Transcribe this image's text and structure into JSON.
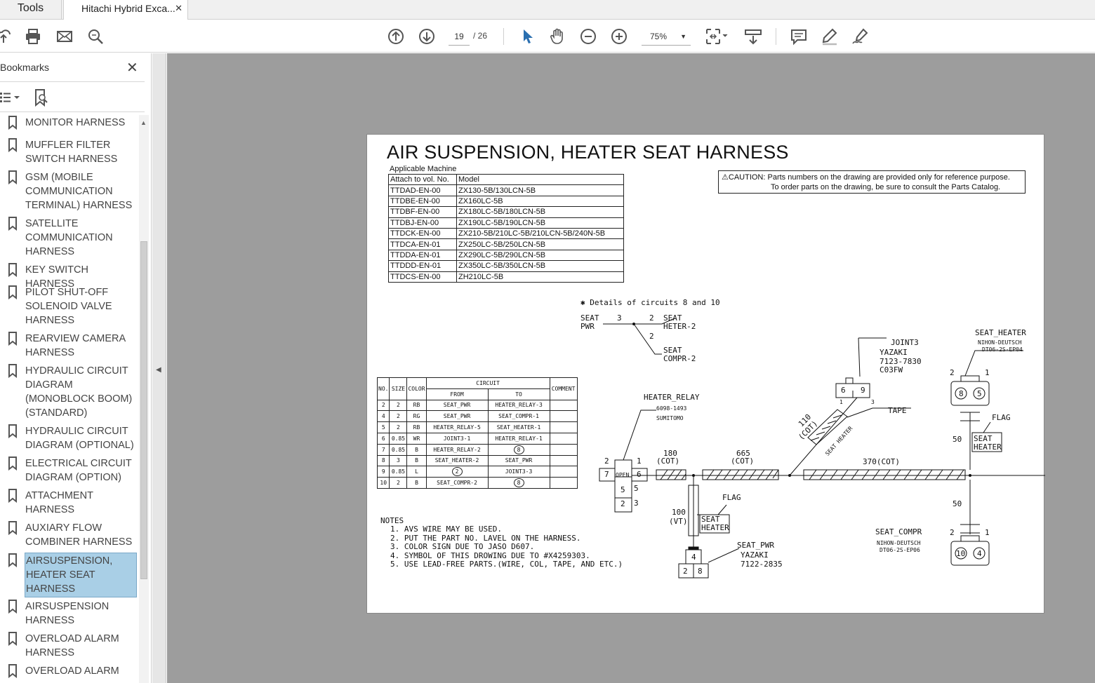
{
  "tabs": {
    "tools": "Tools",
    "document": "Hitachi Hybrid Exca...",
    "close": "✕"
  },
  "toolbar": {
    "page_current": "19",
    "page_total": "/ 26",
    "zoom": "75%",
    "icons": [
      "upload-icon",
      "print-icon",
      "mail-icon",
      "search-icon",
      "page-up-icon",
      "page-down-icon",
      "select-arrow-icon",
      "hand-icon",
      "zoom-out-icon",
      "zoom-in-icon",
      "fit-page-icon",
      "scroll-mode-icon",
      "comment-icon",
      "highlight-icon",
      "sign-icon"
    ]
  },
  "sidebar": {
    "title": "Bookmarks",
    "close": "✕",
    "items": [
      {
        "label": "MONITOR HARNESS"
      },
      {
        "label": "MUFFLER FILTER SWITCH HARNESS"
      },
      {
        "label": "GSM (MOBILE COMMUNICATION TERMINAL) HARNESS"
      },
      {
        "label": "SATELLITE COMMUNICATION HARNESS"
      },
      {
        "label": "KEY SWITCH HARNESS"
      },
      {
        "label": "PILOT SHUT-OFF SOLENOID VALVE HARNESS"
      },
      {
        "label": "REARVIEW CAMERA HARNESS"
      },
      {
        "label": "HYDRAULIC CIRCUIT DIAGRAM (MONOBLOCK BOOM) (STANDARD)"
      },
      {
        "label": "HYDRAULIC CIRCUIT DIAGRAM (OPTIONAL)"
      },
      {
        "label": "ELECTRICAL CIRCUIT DIAGRAM (OPTION)"
      },
      {
        "label": "ATTACHMENT HARNESS"
      },
      {
        "label": "AUXIARY FLOW COMBINER HARNESS"
      },
      {
        "label": "AIRSUSPENSION, HEATER SEAT HARNESS",
        "selected": true
      },
      {
        "label": "AIRSUSPENSION HARNESS"
      },
      {
        "label": "OVERLOAD ALARM HARNESS"
      },
      {
        "label": "OVERLOAD ALARM"
      }
    ]
  },
  "document": {
    "title": "AIR SUSPENSION, HEATER SEAT HARNESS",
    "applicable": "Applicable Machine",
    "model_table": {
      "headers": [
        "Attach to vol. No.",
        "Model"
      ],
      "rows": [
        [
          "TTDAD-EN-00",
          "ZX130-5B/130LCN-5B"
        ],
        [
          "TTDBE-EN-00",
          "ZX160LC-5B"
        ],
        [
          "TTDBF-EN-00",
          "ZX180LC-5B/180LCN-5B"
        ],
        [
          "TTDBJ-EN-00",
          "ZX190LC-5B/190LCN-5B"
        ],
        [
          "TTDCK-EN-00",
          "ZX210-5B/210LC-5B/210LCN-5B/240N-5B"
        ],
        [
          "TTDCA-EN-01",
          "ZX250LC-5B/250LCN-5B"
        ],
        [
          "TTDDA-EN-01",
          "ZX290LC-5B/290LCN-5B"
        ],
        [
          "TTDDD-EN-01",
          "ZX350LC-5B/350LCN-5B"
        ],
        [
          "TTDCS-EN-00",
          "ZH210LC-5B"
        ]
      ]
    },
    "caution": {
      "line1": "CAUTION: Parts numbers on the drawing are provided only for reference purpose.",
      "line2": "To order parts on the drawing, be sure to consult the Parts Catalog."
    },
    "details_note": "✱ Details of circuits 8 and 10",
    "circuit_table": {
      "header_circuit": "CIRCUIT",
      "headers": [
        "NO.",
        "SIZE",
        "COLOR",
        "FROM",
        "TO",
        "COMMENT"
      ],
      "rows": [
        {
          "no": "2",
          "size": "2",
          "color": "RB",
          "from": "SEAT_PWR",
          "to": "HEATER_RELAY-3"
        },
        {
          "no": "4",
          "size": "2",
          "color": "RG",
          "from": "SEAT_PWR",
          "to": "SEAT_COMPR-1"
        },
        {
          "no": "5",
          "size": "2",
          "color": "RB",
          "from": "HEATER_RELAY-5",
          "to": "SEAT_HEATER-1"
        },
        {
          "no": "6",
          "size": "0.85",
          "color": "WR",
          "from": "JOINT3-1",
          "to": "HEATER_RELAY-1"
        },
        {
          "no": "7",
          "size": "0.85",
          "color": "B",
          "from": "HEATER_RELAY-2",
          "to": "8",
          "to_circled": true
        },
        {
          "no": "8",
          "size": "3",
          "color": "B",
          "from": "SEAT_HEATER-2",
          "to": "SEAT_PWR"
        },
        {
          "no": "9",
          "size": "0.85",
          "color": "L",
          "from": "2",
          "from_circled": true,
          "to": "JOINT3-3"
        },
        {
          "no": "10",
          "size": "2",
          "color": "B",
          "from": "SEAT_COMPR-2",
          "to": "8",
          "to_circled": true
        }
      ]
    },
    "notes": {
      "title": "NOTES",
      "items": [
        "1. AVS WIRE MAY BE USED.",
        "2. PUT THE PART NO. LAVEL ON THE HARNESS.",
        "3. COLOR SIGN DUE TO JASO D607.",
        "4. SYMBOL OF THIS DROWING DUE TO #X4259303.",
        "5. USE LEAD-FREE PARTS.(WIRE, COL, TAPE, AND ETC.)"
      ]
    },
    "diagram": {
      "seat_pwr_a": "SEAT",
      "seat_pwr_b": "PWR",
      "n3": "3",
      "n2a": "2",
      "n2b": "2",
      "seat_heter_a": "SEAT",
      "seat_heter_b": "HETER-2",
      "seat_compr2_a": "SEAT",
      "seat_compr2_b": "COMPR-2",
      "joint3": "JOINT3",
      "joint3_mfr": "YAZAKI",
      "joint3_pn": "7123-7830",
      "joint3_code": "C03FW",
      "joint3_pin6": "6",
      "joint3_pin9": "9",
      "joint3_pin1": "1",
      "joint3_pin3": "3",
      "tape": "TAPE",
      "seat_heater": "SEAT_HEATER",
      "seat_heater_mfr": "NIHON-DEUTSCH",
      "seat_heater_pn": "DT06-2S-EP04",
      "sh_pin2": "2",
      "sh_pin1": "1",
      "sh_c8": "8",
      "sh_c5": "5",
      "flag1": "FLAG",
      "flag1_seat": "SEAT",
      "flag1_heater": "HEATER",
      "len50a": "50",
      "heater_relay": "HEATER_RELAY",
      "heater_relay_pn": "6098-1493",
      "heater_relay_mfr": "SUMITOMO",
      "hr_pin2": "2",
      "hr_pin1": "1",
      "hr_7": "7",
      "hr_open": "OPEN",
      "hr_6": "6",
      "hr_5a": "5",
      "hr_5b": "5",
      "hr_2": "2",
      "hr_3": "3",
      "len180": "180",
      "cot1": "(COT)",
      "len665": "665",
      "cot2": "(COT)",
      "len370": "370(COT)",
      "len110": "110",
      "cot3": "(COT)",
      "seat_heater_rot": "SEAT HEATER",
      "len100": "100",
      "vt": "(VT)",
      "flag2": "FLAG",
      "flag2_seat": "SEAT",
      "flag2_heater": "HEATER",
      "seat_pwr": "SEAT_PWR",
      "seat_pwr_mfr": "YAZAKI",
      "seat_pwr_pn": "7122-2835",
      "sp_4": "4",
      "sp_2": "2",
      "sp_8": "8",
      "len50b": "50",
      "seat_compr": "SEAT_COMPR",
      "seat_compr_mfr": "NIHON-DEUTSCH",
      "seat_compr_pn": "DT06-2S-EP06",
      "sc_pin2": "2",
      "sc_pin1": "1",
      "sc_c10": "10",
      "sc_c4": "4"
    }
  }
}
